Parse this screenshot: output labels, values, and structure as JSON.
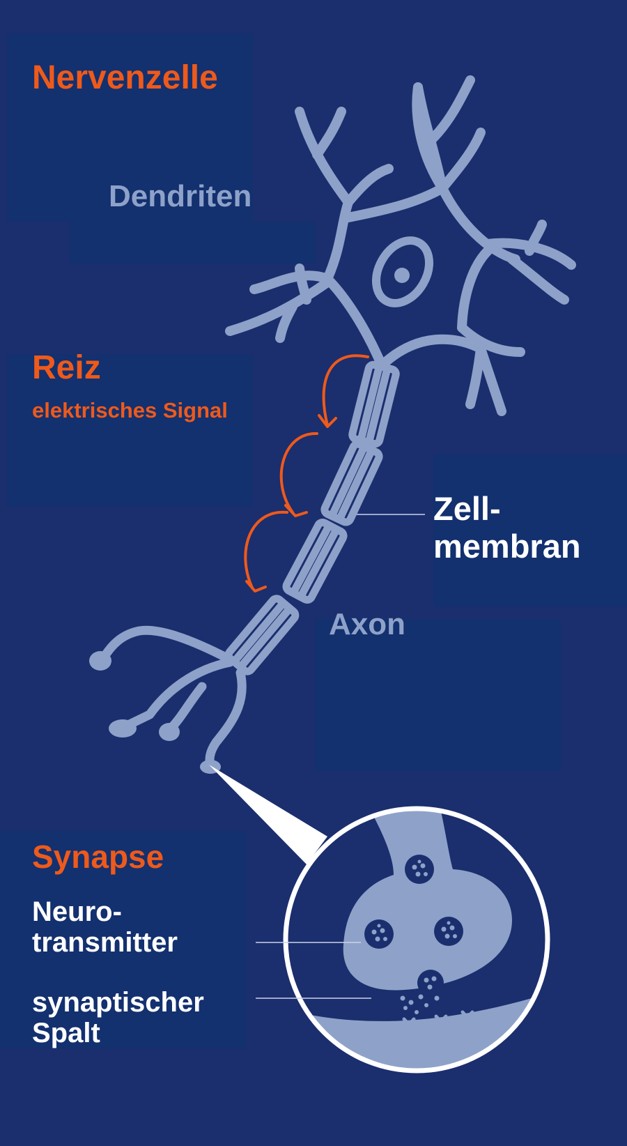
{
  "colors": {
    "background": "#1b2e6e",
    "panel": "#13306f",
    "neuron": "#8ea2c9",
    "accent": "#ee5a1b",
    "text": "#ffffff",
    "muted_label": "#8ea2c9"
  },
  "labels": {
    "title": "Nervenzelle",
    "dendrites": "Dendriten",
    "stimulus": "Reiz",
    "stimulus_sub": "elektrisches Signal",
    "membrane_line1": "Zell-",
    "membrane_line2": "membran",
    "axon": "Axon",
    "synapse": "Synapse",
    "neurotransmitter_line1": "Neuro-",
    "neurotransmitter_line2": "transmitter",
    "cleft_line1": "synaptischer",
    "cleft_line2": "Spalt"
  }
}
